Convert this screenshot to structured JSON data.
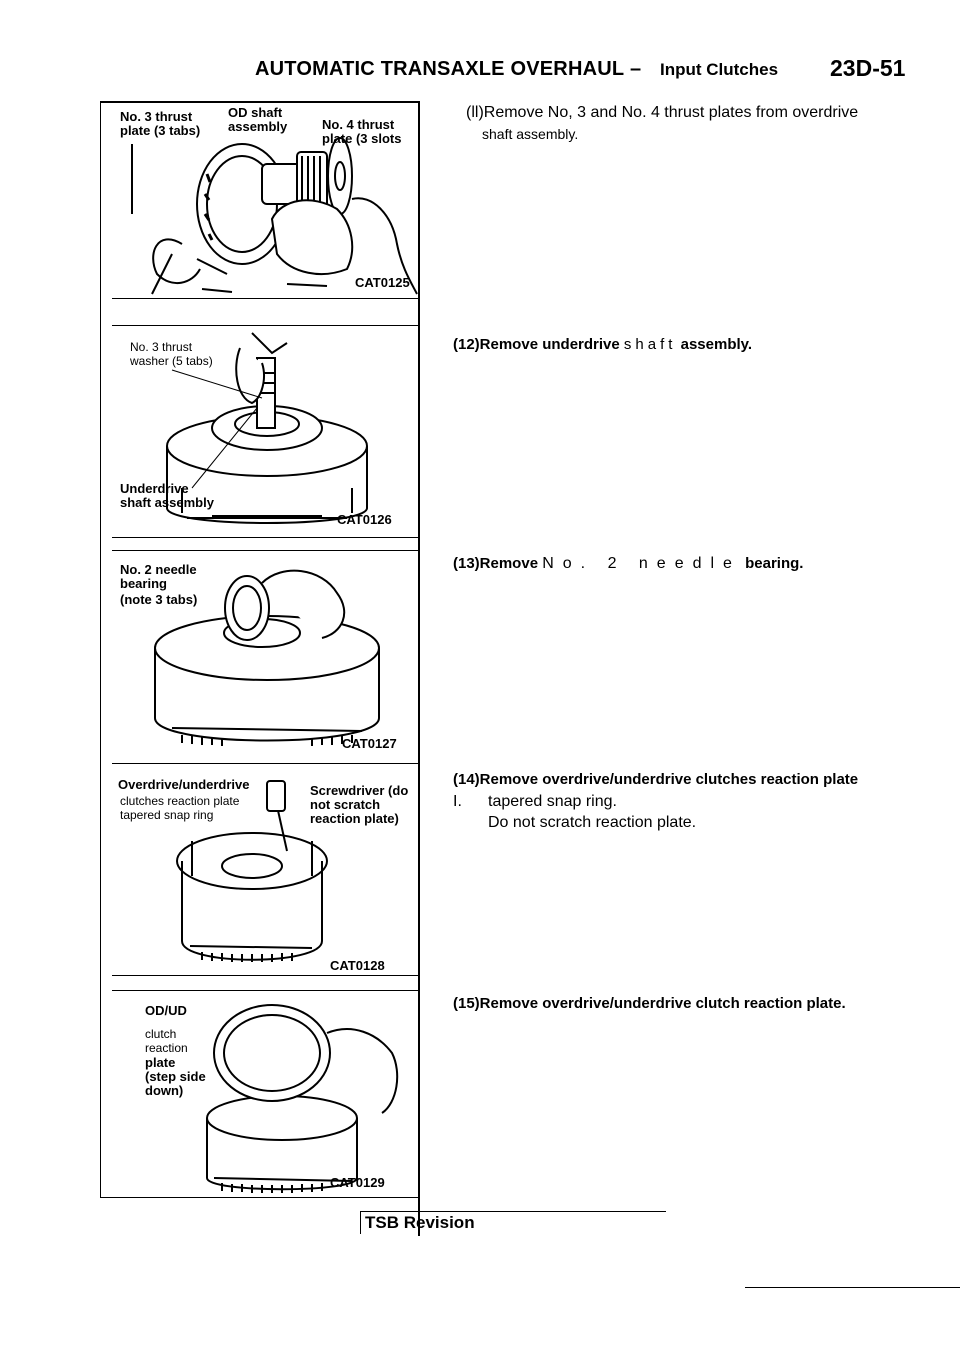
{
  "header": {
    "title": "AUTOMATIC TRANSAXLE OVERHAUL",
    "separator": "–",
    "subtitle": "Input Clutches",
    "page": "23D-51"
  },
  "figures": [
    {
      "code": "CAT0125",
      "labels": [
        "No. 3 thrust\nplate (3 tabs)",
        "OD shaft\nassembly",
        "No. 4 thrust\nplate (3 slots"
      ]
    },
    {
      "code": "CAT0126",
      "labels": [
        "No. 3 thrust\nwasher (5 tabs)",
        "Underdrive\nshaft assembly"
      ]
    },
    {
      "code": "CAT0127",
      "labels": [
        "No. 2 needle\nbearing",
        "(note 3 tabs)"
      ]
    },
    {
      "code": "CAT0128",
      "labels": [
        "Overdrive/underdrive",
        "clutches reaction plate\ntapered snap ring",
        "Screwdriver (do\nnot scratch\nreaction plate)"
      ]
    },
    {
      "code": "CAT0129",
      "labels": [
        "OD/UD",
        "clutch\nreaction",
        "plate\n(step side\ndown)"
      ]
    }
  ],
  "steps": [
    {
      "line1": "(ll)Remove No, 3 and No. 4 thrust plates from overdrive",
      "line2": "shaft assembly."
    },
    {
      "prefix": "(12)Remove underdrive",
      "spaced": "shaft",
      "suffix": "assembly."
    },
    {
      "prefix": "(13)Remove",
      "spaced": "No. 2 needle",
      "suffix": "bearing."
    },
    {
      "line1": "(14)Remove overdrive/underdrive clutches reaction plate",
      "marker": "I.",
      "line2": "tapered snap ring.",
      "line3": "Do not scratch reaction plate."
    },
    {
      "line1": "(15)Remove overdrive/underdrive clutch reaction plate."
    }
  ],
  "footer": {
    "tsb": "TSB Revision"
  }
}
